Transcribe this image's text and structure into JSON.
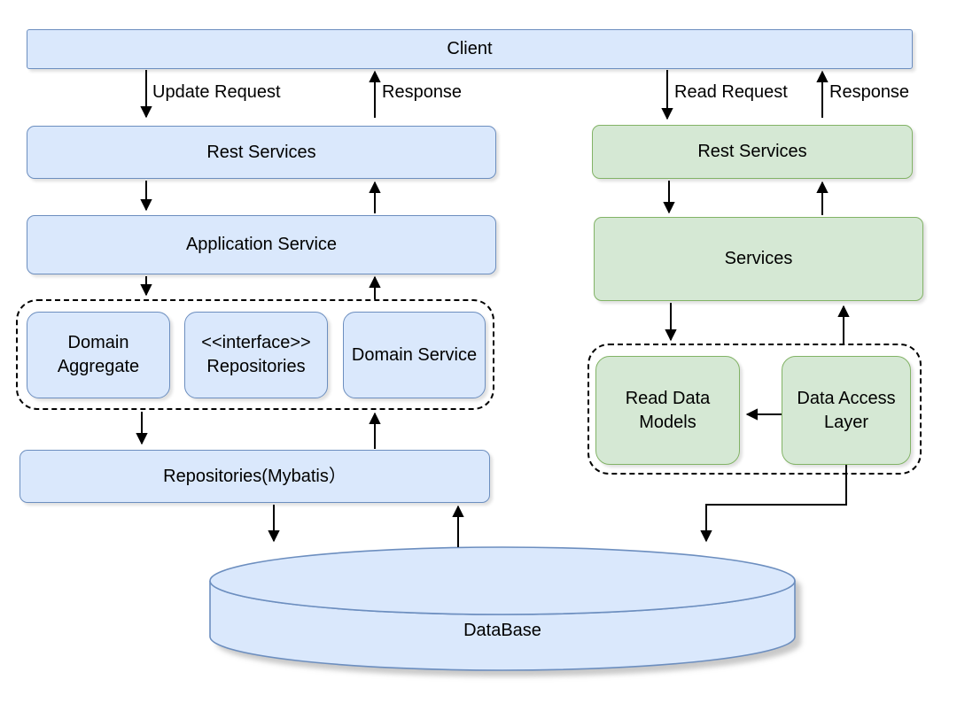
{
  "colors": {
    "blue_fill": "#DAE8FC",
    "blue_stroke": "#6C8EBF",
    "green_fill": "#D5E8D4",
    "green_stroke": "#82B366",
    "connector": "#000000",
    "background": "#FFFFFF"
  },
  "client": {
    "label": "Client"
  },
  "edge_labels": {
    "update_request": "Update Request",
    "response_left": "Response",
    "read_request": "Read Request",
    "response_right": "Response"
  },
  "write_side": {
    "rest_services": "Rest Services",
    "application_service": "Application Service",
    "domain_layer": {
      "domain_aggregate": "Domain Aggregate",
      "interface_repositories": "<<interface>> Repositories",
      "domain_service": "Domain Service"
    },
    "repositories": "Repositories(Mybatis）"
  },
  "read_side": {
    "rest_services": "Rest Services",
    "services": "Services",
    "read_layer": {
      "read_data_models": "Read Data Models",
      "data_access_layer": "Data Access Layer"
    }
  },
  "database": {
    "label": "DataBase"
  }
}
